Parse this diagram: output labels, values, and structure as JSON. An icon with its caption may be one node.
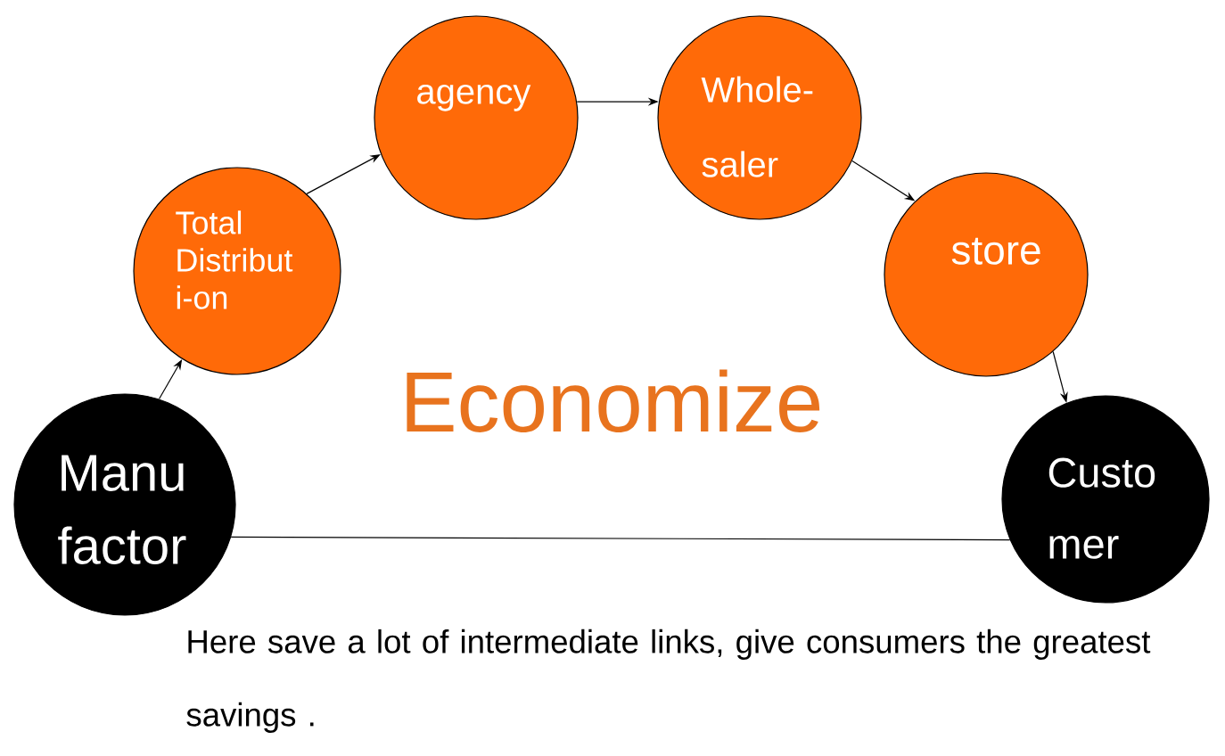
{
  "diagram": {
    "title": "Economize",
    "caption": "Here save a lot of intermediate links, give consumers the greatest savings .",
    "nodes": [
      {
        "text": [
          "Manu factor"
        ]
      },
      {
        "text": [
          "Total Distribut i-on"
        ]
      },
      {
        "text": [
          "agency"
        ]
      },
      {
        "text": [
          "Whole- saler"
        ]
      },
      {
        "text": [
          "store"
        ]
      },
      {
        "text": [
          "Custo mer"
        ]
      }
    ],
    "edges": [
      {
        "from": 0,
        "to": 1,
        "arrow": "to"
      },
      {
        "from": 1,
        "to": 2,
        "arrow": "to"
      },
      {
        "from": 2,
        "to": 3,
        "arrow": "to"
      },
      {
        "from": 3,
        "to": 4,
        "arrow": "to"
      },
      {
        "from": 4,
        "to": 5,
        "arrow": "to"
      },
      {
        "from": 0,
        "to": 5,
        "arrow": "none"
      }
    ]
  }
}
